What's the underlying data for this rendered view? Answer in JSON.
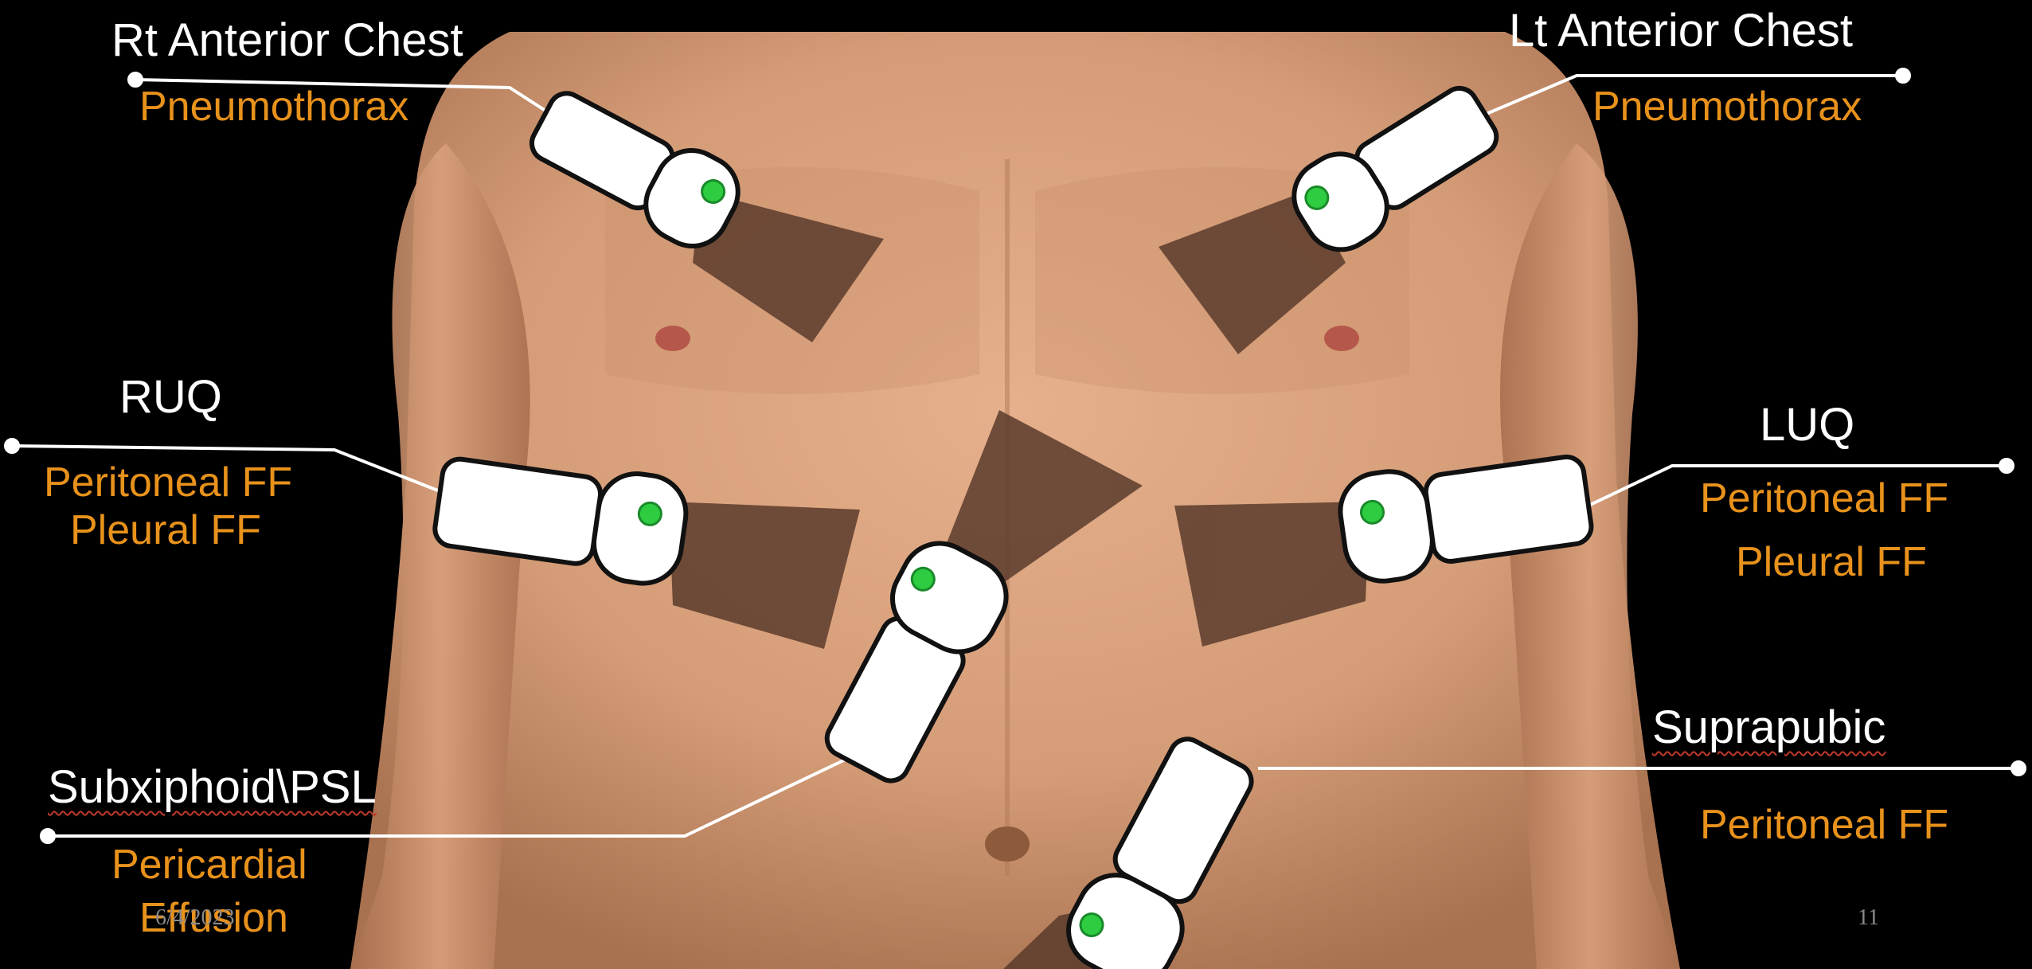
{
  "slide": {
    "date": "6/4/2023",
    "page_number": "11"
  },
  "views": {
    "rt_chest": {
      "title": "Rt Anterior Chest",
      "finding": "Pneumothorax"
    },
    "lt_chest": {
      "title": "Lt Anterior Chest",
      "finding": "Pneumothorax"
    },
    "ruq": {
      "title": "RUQ",
      "finding1": "Peritoneal FF",
      "finding2": "Pleural FF"
    },
    "luq": {
      "title": "LUQ",
      "finding1": "Peritoneal FF",
      "finding2": "Pleural FF"
    },
    "subxiphoid": {
      "title": "Subxiphoid\\PSL",
      "finding1": "Pericardial",
      "finding2": "Effusion"
    },
    "suprapubic": {
      "title": "Suprapubic",
      "finding": "Peritoneal FF"
    }
  },
  "colors": {
    "background": "#000000",
    "skin": "#d9a27e",
    "label_white": "#ffffff",
    "label_orange": "#e8921c",
    "probe_marker": "#2ecc40",
    "beam": "#5a3b2c"
  }
}
